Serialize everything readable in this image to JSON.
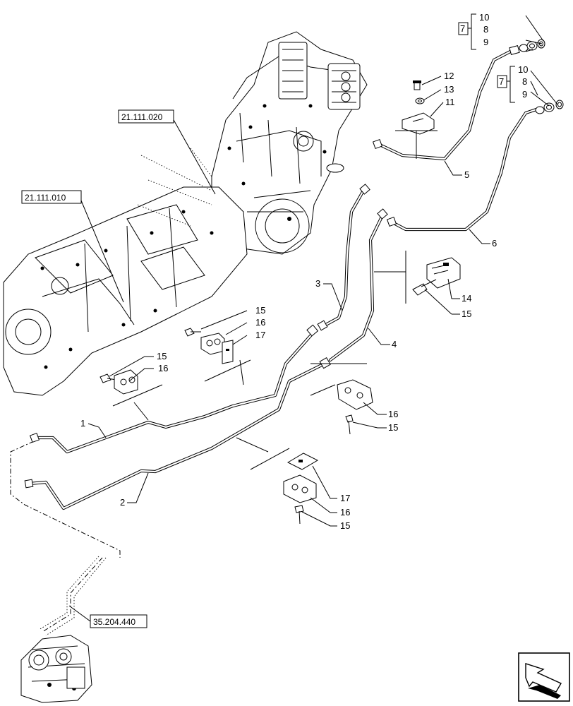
{
  "references": {
    "ref_transmission_rear": "21.111.020",
    "ref_transmission_front": "21.111.010",
    "ref_valve": "35.204.440"
  },
  "group_box_label": "7",
  "callouts": {
    "n1": "1",
    "n2": "2",
    "n3": "3",
    "n4": "4",
    "n5": "5",
    "n6": "6",
    "n8": "8",
    "n9": "9",
    "n10": "10",
    "n11": "11",
    "n12": "12",
    "n13": "13",
    "n14": "14",
    "n15": "15",
    "n16": "16",
    "n17": "17"
  },
  "icons": {
    "nav_arrow": "arrow-return-icon"
  }
}
